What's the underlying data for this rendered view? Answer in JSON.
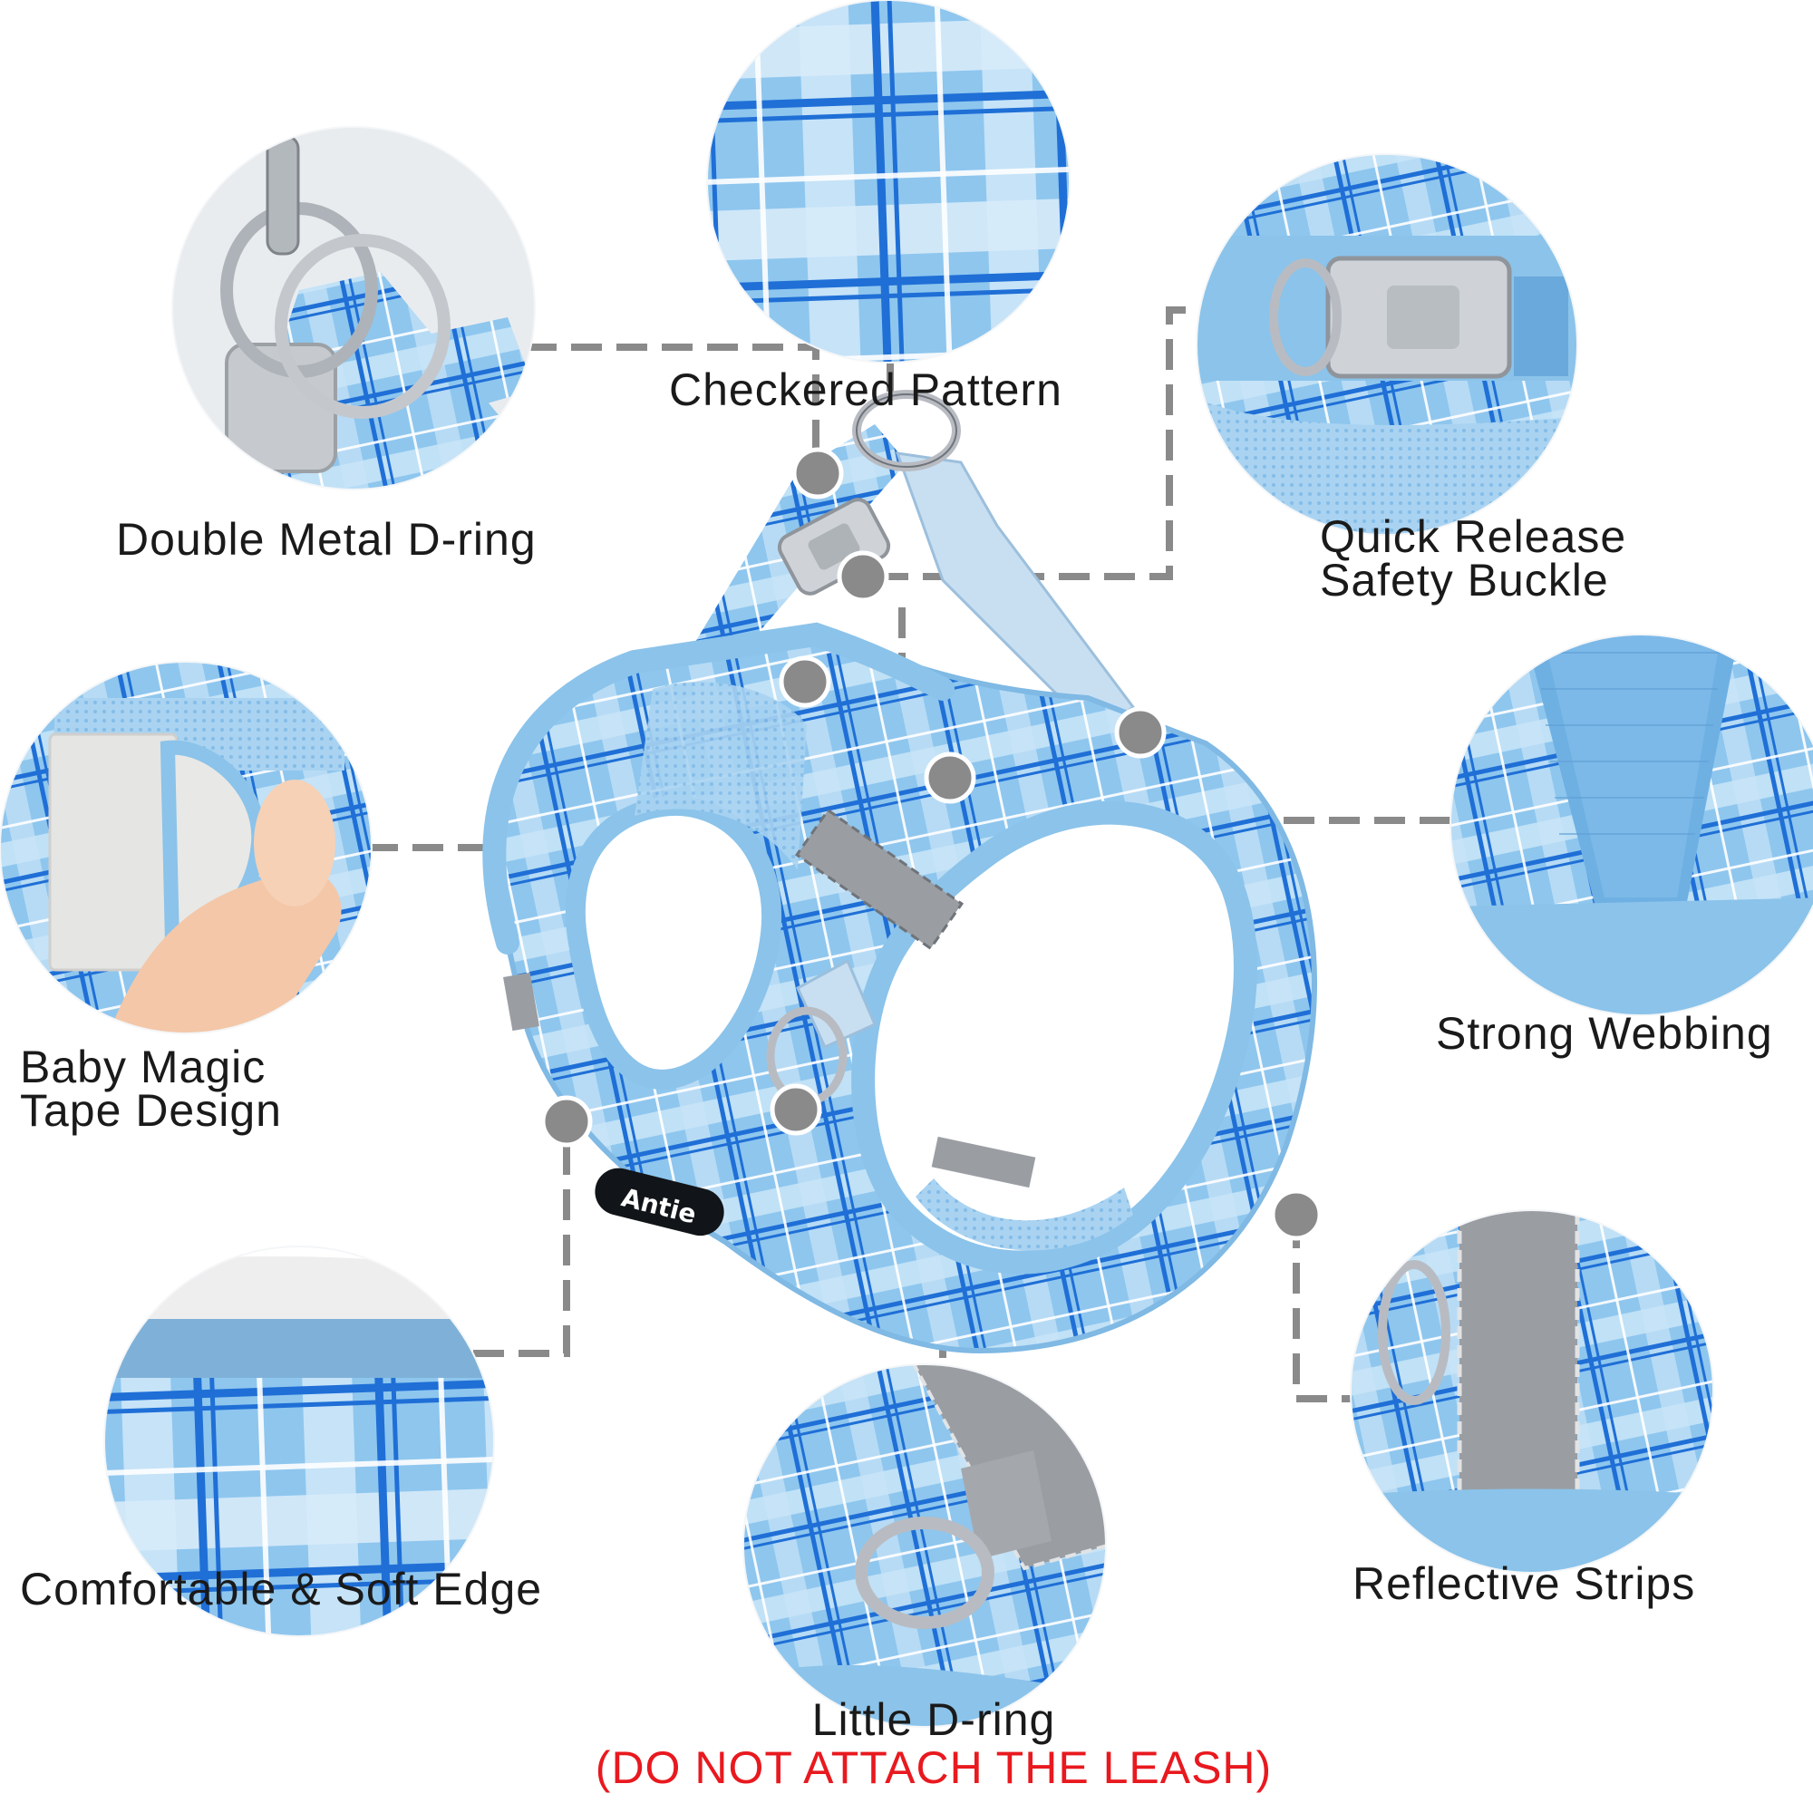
{
  "features": {
    "checkered_pattern": "Checkered Pattern",
    "double_d_ring": "Double Metal D-ring",
    "quick_release_line1": "Quick Release",
    "quick_release_line2": "Safety Buckle",
    "baby_magic_line1": "Baby Magic",
    "baby_magic_line2": "Tape Design",
    "strong_webbing": "Strong Webbing",
    "soft_edge": "Comfortable & Soft Edge",
    "reflective_strips": "Reflective Strips",
    "little_d_ring": "Little D-ring",
    "little_d_ring_warning": "(DO NOT ATTACH THE LEASH)"
  },
  "brand": {
    "logo_text": "Antie"
  },
  "colors": {
    "plaid_base": "#8ec6ee",
    "plaid_light": "#c9e5f8",
    "plaid_dark": "#1f6fd6",
    "trim": "#8bc3ea",
    "reflective": "#9a9ea3",
    "metal": "#b8bcc2",
    "connector": "#8a8a8a",
    "warning": "#e8191f"
  }
}
